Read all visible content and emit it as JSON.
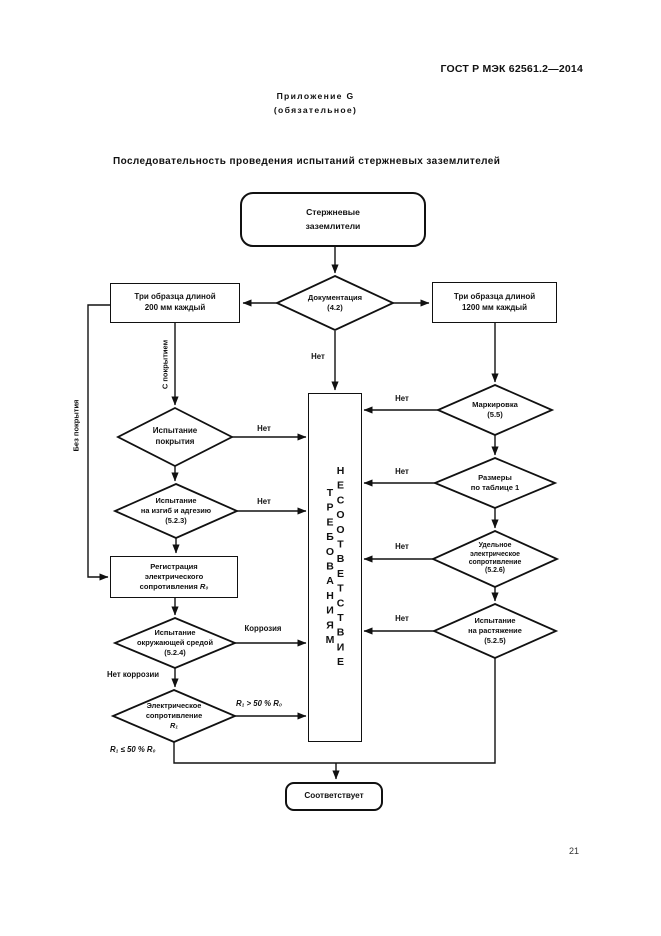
{
  "page": {
    "doc_number": "ГОСТ Р МЭК 62561.2—2014",
    "appendix_title": "Приложение G",
    "appendix_note": "(обязательное)",
    "title": "Последовательность проведения испытаний стержневых заземлителей",
    "page_number": "21"
  },
  "flowchart": {
    "start": "Стержневые\nзаземлители",
    "doc_check": "Документация\n(4.2)",
    "samples_200": "Три образца длиной\n200 мм каждый",
    "samples_1200": "Три образца длиной\n1200 мм каждый",
    "coating_test": "Испытание\nпокрытия",
    "bend_test": "Испытание\nна изгиб и адгезию\n(5.2.3)",
    "register_resistance": {
      "text": "Регистрация\nэлектрического\nсопротивления ",
      "r0": "R₀"
    },
    "environment_test": "Испытание\nокружающей средой\n(5.2.4)",
    "resistance_check": {
      "text": "Электрическое\nсопротивление\n",
      "r1": "R₁"
    },
    "marking": "Маркировка\n(5.5)",
    "dimensions": "Размеры\nпо таблице 1",
    "resistivity": "Удельное\nэлектрическое\nсопротивление\n(5.2.6)",
    "tensile_test": "Испытание\nна растяжение\n(5.2.5)",
    "nonconformity": "НЕСООТВЕТСТВИЕ ТРЕБОВАНИЯМ",
    "conform": "Соответствует",
    "edge_labels": {
      "no": "Нет",
      "with_coating": "С покрытием",
      "without_coating": "Без покрытия",
      "corrosion": "Коррозия",
      "no_corrosion": "Нет коррозии",
      "r1_gt_50_r0": "R₁ > 50 % R₀",
      "r1_le_50_r0": "R₁ ≤ 50 % R₀"
    }
  }
}
